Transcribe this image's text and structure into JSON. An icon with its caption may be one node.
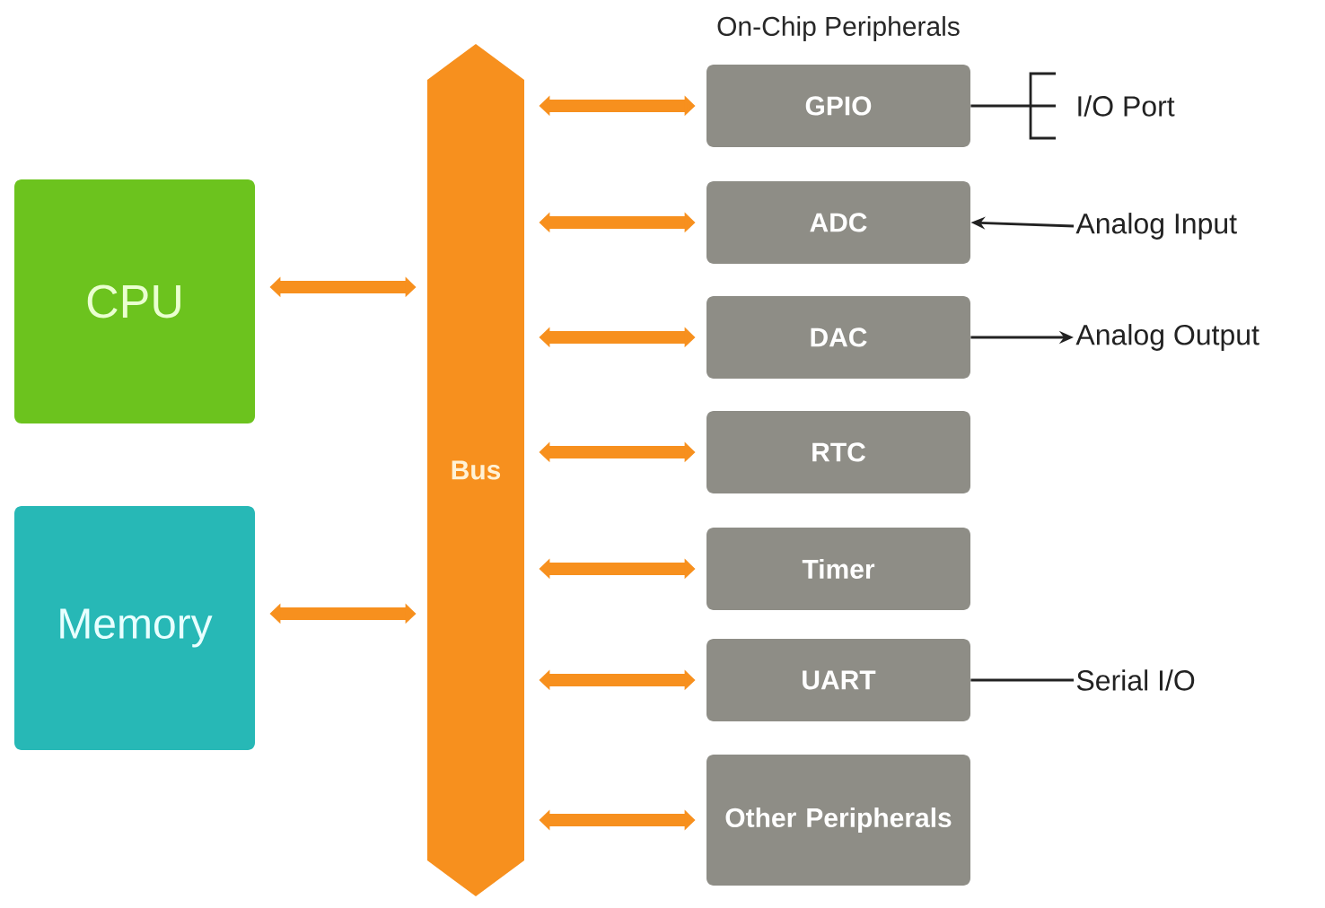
{
  "diagram": {
    "nodes": [
      {
        "text": [
          "CPU"
        ]
      },
      {
        "text": [
          "Memory"
        ]
      },
      {
        "text": [
          "Bus"
        ]
      },
      {
        "text": [
          "GPIO"
        ]
      },
      {
        "text": [
          "ADC"
        ]
      },
      {
        "text": [
          "DAC"
        ]
      },
      {
        "text": [
          "RTC"
        ]
      },
      {
        "text": [
          "Timer"
        ]
      },
      {
        "text": [
          "UART"
        ]
      },
      {
        "text": [
          "Other Peripherals"
        ]
      },
      {
        "text": [
          "I/O Port"
        ]
      },
      {
        "text": [
          "Analog Input"
        ]
      },
      {
        "text": [
          "Analog Output"
        ]
      },
      {
        "text": [
          "Serial I/O"
        ]
      }
    ],
    "edges": [
      {
        "from": 0,
        "to": 2,
        "arrow": "both"
      },
      {
        "from": 1,
        "to": 2,
        "arrow": "both"
      },
      {
        "from": 2,
        "to": 3,
        "arrow": "both"
      },
      {
        "from": 2,
        "to": 4,
        "arrow": "both"
      },
      {
        "from": 2,
        "to": 5,
        "arrow": "both"
      },
      {
        "from": 2,
        "to": 6,
        "arrow": "both"
      },
      {
        "from": 2,
        "to": 7,
        "arrow": "both"
      },
      {
        "from": 2,
        "to": 8,
        "arrow": "both"
      },
      {
        "from": 2,
        "to": 9,
        "arrow": "both"
      },
      {
        "from": 3,
        "to": 10,
        "arrow": "none",
        "color": "#222222"
      },
      {
        "from": 11,
        "to": 4,
        "arrow": "to",
        "color": "#222222"
      },
      {
        "from": 5,
        "to": 12,
        "arrow": "to",
        "color": "#222222"
      },
      {
        "from": 8,
        "to": 13,
        "arrow": "none",
        "color": "#222222"
      }
    ],
    "labels": [
      "On-Chip Peripherals"
    ]
  }
}
